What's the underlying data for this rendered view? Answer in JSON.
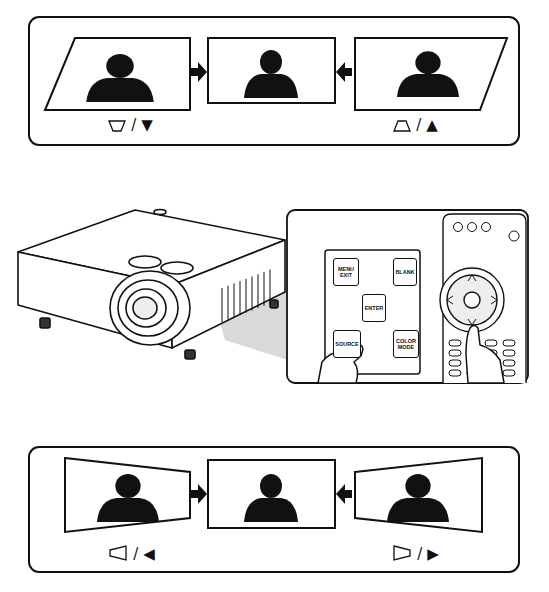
{
  "diagram": {
    "nodes": [
      {
        "text": [
          "MENU EXIT"
        ]
      },
      {
        "text": [
          "BLANK"
        ]
      },
      {
        "text": [
          "ENTER"
        ]
      },
      {
        "text": [
          "SOURCE"
        ]
      },
      {
        "text": [
          "COLOR MODE"
        ]
      }
    ],
    "labels": [
      "/ ▼",
      "/ ▲",
      "/ ◀",
      "/ ▶"
    ]
  }
}
